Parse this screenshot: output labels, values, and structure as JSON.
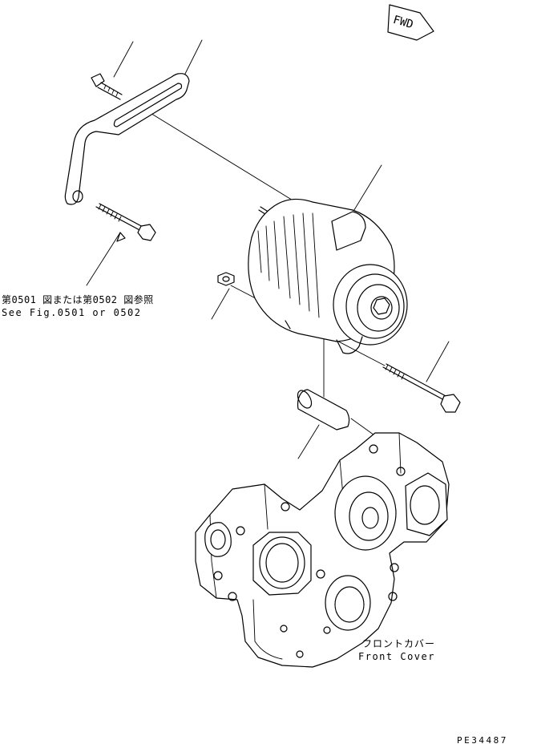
{
  "diagram": {
    "direction_marker": "FWD",
    "reference_note_jp": "第0501 図または第0502 図参照",
    "reference_note_en": "See Fig.0501 or 0502",
    "front_cover_label_jp": "フロントカバー",
    "front_cover_label_en": "Front Cover",
    "drawing_code": "PE34487"
  },
  "icons": {
    "fwd": "fwd-arrow-icon",
    "alternator": "alternator-icon",
    "bracket": "adjusting-bracket-icon",
    "front_cover": "front-cover-icon"
  }
}
